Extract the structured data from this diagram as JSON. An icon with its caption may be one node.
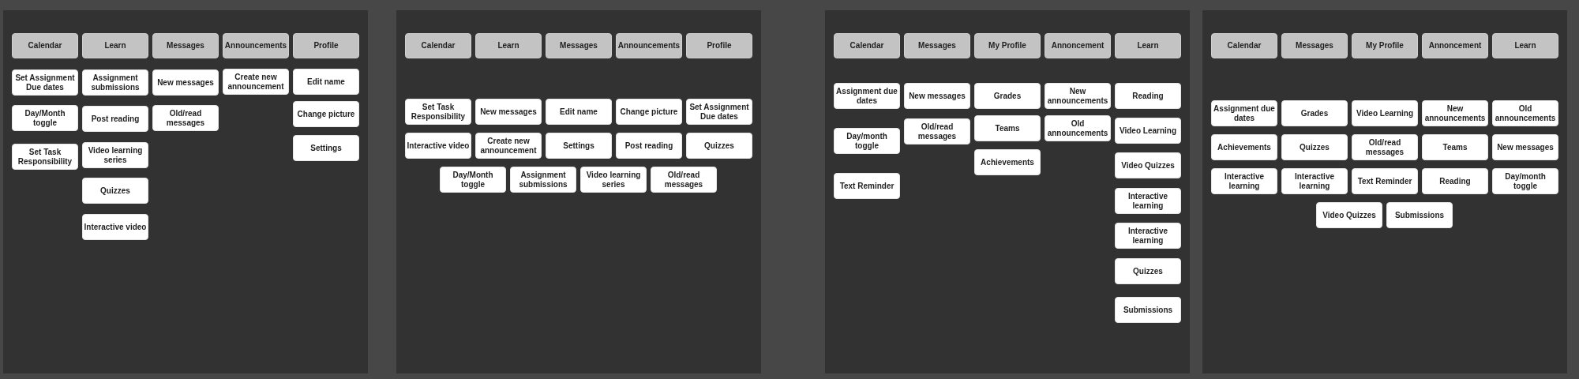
{
  "diagram": {
    "nodes": [
      {
        "text": [],
        "shape": "box"
      },
      {
        "text": [
          "Calendar"
        ],
        "in": 0
      },
      {
        "text": [
          "Learn"
        ],
        "in": 0
      },
      {
        "text": [
          "Messages"
        ],
        "in": 0
      },
      {
        "text": [
          "Announcements"
        ],
        "in": 0
      },
      {
        "text": [
          "Profile"
        ],
        "in": 0
      },
      {
        "text": [
          "Set Assignment Due dates"
        ],
        "in": 0
      },
      {
        "text": [
          "Day/Month toggle"
        ],
        "in": 0
      },
      {
        "text": [
          "Set Task Responsibility"
        ],
        "in": 0
      },
      {
        "text": [
          "Assignment submissions"
        ],
        "in": 0
      },
      {
        "text": [
          "Post reading"
        ],
        "in": 0
      },
      {
        "text": [
          "Video learning series"
        ],
        "in": 0
      },
      {
        "text": [
          "Quizzes"
        ],
        "in": 0
      },
      {
        "text": [
          "Interactive video"
        ],
        "in": 0
      },
      {
        "text": [
          "New messages"
        ],
        "in": 0
      },
      {
        "text": [
          "Old/read messages"
        ],
        "in": 0
      },
      {
        "text": [
          "Create new announcement"
        ],
        "in": 0
      },
      {
        "text": [
          "Edit name"
        ],
        "in": 0
      },
      {
        "text": [
          "Change picture"
        ],
        "in": 0
      },
      {
        "text": [
          "Settings"
        ],
        "in": 0
      },
      {
        "text": [],
        "shape": "box"
      },
      {
        "text": [
          "Calendar"
        ],
        "in": 20
      },
      {
        "text": [
          "Learn"
        ],
        "in": 20
      },
      {
        "text": [
          "Messages"
        ],
        "in": 20
      },
      {
        "text": [
          "Announcements"
        ],
        "in": 20
      },
      {
        "text": [
          "Profile"
        ],
        "in": 20
      },
      {
        "text": [
          "Set Task Responsibility"
        ],
        "in": 20
      },
      {
        "text": [
          "New messages"
        ],
        "in": 20
      },
      {
        "text": [
          "Edit name"
        ],
        "in": 20
      },
      {
        "text": [
          "Change picture"
        ],
        "in": 20
      },
      {
        "text": [
          "Set Assignment Due dates"
        ],
        "in": 20
      },
      {
        "text": [
          "Interactive video"
        ],
        "in": 20
      },
      {
        "text": [
          "Create new announcement"
        ],
        "in": 20
      },
      {
        "text": [
          "Settings"
        ],
        "in": 20
      },
      {
        "text": [
          "Post reading"
        ],
        "in": 20
      },
      {
        "text": [
          "Quizzes"
        ],
        "in": 20
      },
      {
        "text": [
          "Day/Month toggle"
        ],
        "in": 20
      },
      {
        "text": [
          "Assignment submissions"
        ],
        "in": 20
      },
      {
        "text": [
          "Video learning series"
        ],
        "in": 20
      },
      {
        "text": [
          "Old/read messages"
        ],
        "in": 20
      },
      {
        "text": [],
        "shape": "box"
      },
      {
        "text": [
          "Calendar"
        ],
        "in": 40
      },
      {
        "text": [
          "Messages"
        ],
        "in": 40
      },
      {
        "text": [
          "My Profile"
        ],
        "in": 40
      },
      {
        "text": [
          "Annoncement"
        ],
        "in": 40
      },
      {
        "text": [
          "Learn"
        ],
        "in": 40
      },
      {
        "text": [
          "Assignment due dates"
        ],
        "in": 40
      },
      {
        "text": [
          "Day/month toggle"
        ],
        "in": 40
      },
      {
        "text": [
          "Text Reminder"
        ],
        "in": 40
      },
      {
        "text": [
          "New messages"
        ],
        "in": 40
      },
      {
        "text": [
          "Old/read messages"
        ],
        "in": 40
      },
      {
        "text": [
          "Grades"
        ],
        "in": 40
      },
      {
        "text": [
          "Teams"
        ],
        "in": 40
      },
      {
        "text": [
          "Achievements"
        ],
        "in": 40
      },
      {
        "text": [
          "New announcements"
        ],
        "in": 40
      },
      {
        "text": [
          "Old announcements"
        ],
        "in": 40
      },
      {
        "text": [
          "Reading"
        ],
        "in": 40
      },
      {
        "text": [
          "Video Learning"
        ],
        "in": 40
      },
      {
        "text": [
          "Video Quizzes"
        ],
        "in": 40
      },
      {
        "text": [
          "Interactive learning"
        ],
        "in": 40
      },
      {
        "text": [
          "Interactive learning"
        ],
        "in": 40
      },
      {
        "text": [
          "Quizzes"
        ],
        "in": 40
      },
      {
        "text": [
          "Submissions"
        ],
        "in": 40
      },
      {
        "text": [],
        "shape": "box"
      },
      {
        "text": [
          "Calendar"
        ],
        "in": 63
      },
      {
        "text": [
          "Messages"
        ],
        "in": 63
      },
      {
        "text": [
          "My Profile"
        ],
        "in": 63
      },
      {
        "text": [
          "Annoncement"
        ],
        "in": 63
      },
      {
        "text": [
          "Learn"
        ],
        "in": 63
      },
      {
        "text": [
          "Assignment due dates"
        ],
        "in": 63
      },
      {
        "text": [
          "Grades"
        ],
        "in": 63
      },
      {
        "text": [
          "Video Learning"
        ],
        "in": 63
      },
      {
        "text": [
          "New announcements"
        ],
        "in": 63
      },
      {
        "text": [
          "Old announcements"
        ],
        "in": 63
      },
      {
        "text": [
          "Achievements"
        ],
        "in": 63
      },
      {
        "text": [
          "Quizzes"
        ],
        "in": 63
      },
      {
        "text": [
          "Old/read messages"
        ],
        "in": 63
      },
      {
        "text": [
          "Teams"
        ],
        "in": 63
      },
      {
        "text": [
          "New messages"
        ],
        "in": 63
      },
      {
        "text": [
          "Interactive learning"
        ],
        "in": 63
      },
      {
        "text": [
          "Interactive learning"
        ],
        "in": 63
      },
      {
        "text": [
          "Text Reminder"
        ],
        "in": 63
      },
      {
        "text": [
          "Reading"
        ],
        "in": 63
      },
      {
        "text": [
          "Day/month toggle"
        ],
        "in": 63
      },
      {
        "text": [
          "Video Quizzes"
        ],
        "in": 63
      },
      {
        "text": [
          "Submissions"
        ],
        "in": 63
      }
    ]
  }
}
